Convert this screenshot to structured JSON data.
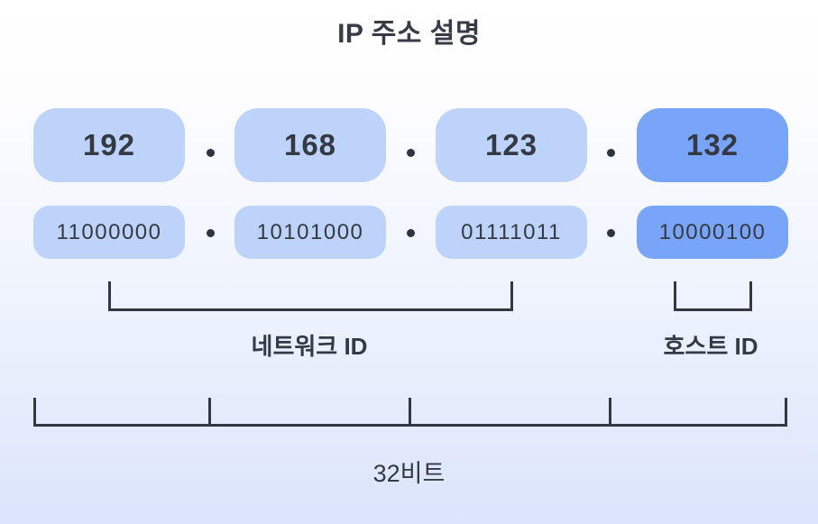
{
  "title": "IP 주소 설명",
  "separator": ".",
  "octets": [
    {
      "decimal": "192",
      "binary": "11000000",
      "highlight": false
    },
    {
      "decimal": "168",
      "binary": "10101000",
      "highlight": false
    },
    {
      "decimal": "123",
      "binary": "01111011",
      "highlight": false
    },
    {
      "decimal": "132",
      "binary": "10000100",
      "highlight": true
    }
  ],
  "labels": {
    "network": "네트워크 ID",
    "host": "호스트 ID",
    "total": "32비트"
  },
  "colors": {
    "octet_box": "#BDD3FA",
    "octet_box_highlight": "#78A5F8",
    "text": "#343943",
    "line": "#333944",
    "background_top": "#FFFFFF",
    "background_bottom": "#DBE4FB"
  }
}
